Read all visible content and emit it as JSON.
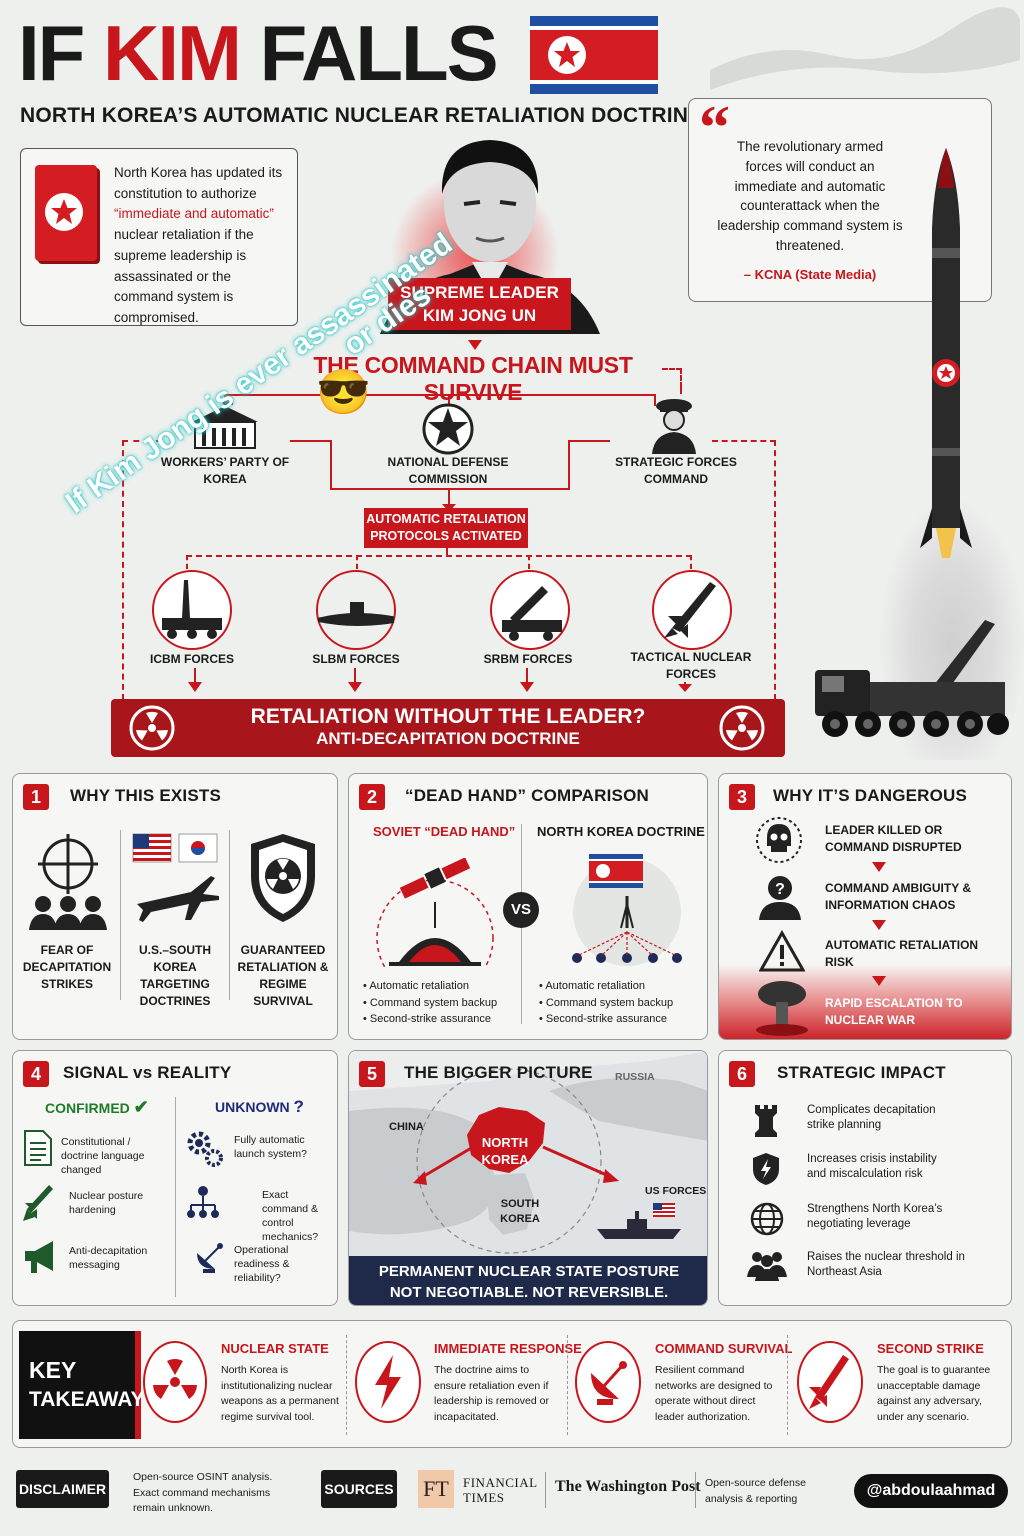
{
  "header": {
    "title_part1": "IF ",
    "title_part2": "KIM",
    "title_part3": " FALLS",
    "subtitle": "NORTH KOREA’S AUTOMATIC NUCLEAR RETALIATION DOCTRINE"
  },
  "intro": {
    "line1": "North Korea has updated its constitution to authorize",
    "highlight": "“immediate and automatic”",
    "line2": "nuclear retaliation if the supreme leadership is assassinated or the command system is compromised."
  },
  "leader": {
    "line1": "SUPREME LEADER",
    "line2": "KIM JONG UN"
  },
  "quote": {
    "mark": "“",
    "text": "The revolutionary armed forces will conduct an immediate and automatic counterattack when the leadership command system is threatened.",
    "source": "– KCNA (State Media)"
  },
  "overlay": {
    "line1": "If Kim Jong is ever assassinated",
    "line2": "or dies",
    "emoji": "😎"
  },
  "chain": {
    "title": "THE COMMAND CHAIN MUST SURVIVE",
    "nodes": [
      "WORKERS’ PARTY OF KOREA",
      "NATIONAL DEFENSE COMMISSION",
      "STRATEGIC FORCES COMMAND"
    ],
    "protocol_line1": "AUTOMATIC RETALIATION",
    "protocol_line2": "PROTOCOLS ACTIVATED",
    "forces": [
      "ICBM FORCES",
      "SLBM FORCES",
      "SRBM FORCES",
      "TACTICAL NUCLEAR FORCES"
    ],
    "banner_line1": "RETALIATION WITHOUT THE LEADER?",
    "banner_line2": "ANTI-DECAPITATION DOCTRINE"
  },
  "panel1": {
    "num": "1",
    "title": "WHY THIS EXISTS",
    "items": [
      "FEAR OF DECAPITATION STRIKES",
      "U.S.–SOUTH KOREA TARGETING DOCTRINES",
      "GUARANTEED RETALIATION & REGIME SURVIVAL"
    ]
  },
  "panel2": {
    "num": "2",
    "title": "“DEAD HAND” COMPARISON",
    "left_title": "SOVIET “DEAD HAND”",
    "right_title": "NORTH KOREA DOCTRINE",
    "vs": "VS",
    "left_bullets": [
      "Automatic retaliation",
      "Command system backup",
      "Second-strike assurance"
    ],
    "right_bullets": [
      "Automatic retaliation",
      "Command system backup",
      "Second-strike assurance"
    ]
  },
  "panel3": {
    "num": "3",
    "title": "WHY IT’S DANGEROUS",
    "steps": [
      "LEADER KILLED OR COMMAND DISRUPTED",
      "COMMAND AMBIGUITY & INFORMATION CHAOS",
      "AUTOMATIC RETALIATION RISK",
      "RAPID ESCALATION TO NUCLEAR WAR"
    ]
  },
  "panel4": {
    "num": "4",
    "title": "SIGNAL vs REALITY",
    "confirmed": "CONFIRMED",
    "unknown": "UNKNOWN",
    "confirmed_items": [
      "Constitutional / doctrine language changed",
      "Nuclear posture hardening",
      "Anti-decapitation messaging"
    ],
    "unknown_items": [
      "Fully automatic launch system?",
      "Exact command & control mechanics?",
      "Operational readiness & reliability?"
    ]
  },
  "panel5": {
    "num": "5",
    "title": "THE BIGGER PICTURE",
    "russia": "RUSSIA",
    "china": "CHINA",
    "nk_line1": "NORTH",
    "nk_line2": "KOREA",
    "sk_line1": "SOUTH",
    "sk_line2": "KOREA",
    "us": "US FORCES",
    "banner_line1": "PERMANENT NUCLEAR STATE POSTURE",
    "banner_line2": "NOT NEGOTIABLE. NOT REVERSIBLE."
  },
  "panel6": {
    "num": "6",
    "title": "STRATEGIC IMPACT",
    "items": [
      "Complicates decapitation strike planning",
      "Increases crisis instability and miscalculation risk",
      "Strengthens North Korea’s negotiating leverage",
      "Raises the nuclear threshold in Northeast Asia"
    ]
  },
  "takeaways": {
    "label_line1": "KEY",
    "label_line2": "TAKEAWAYS",
    "items": [
      {
        "title": "NUCLEAR STATE",
        "text": "North Korea is institutionalizing nuclear weapons as a permanent regime survival tool."
      },
      {
        "title": "IMMEDIATE RESPONSE",
        "text": "The doctrine aims to ensure retaliation even if leadership is removed or incapacitated."
      },
      {
        "title": "COMMAND SURVIVAL",
        "text": "Resilient command networks are designed to operate without direct leader authorization."
      },
      {
        "title": "SECOND STRIKE",
        "text": "The goal is to guarantee unacceptable damage against any adversary, under any scenario."
      }
    ]
  },
  "footer": {
    "disclaimer_label": "DISCLAIMER",
    "disclaimer_text": "Open-source OSINT analysis. Exact command mechanisms remain unknown.",
    "sources_label": "SOURCES",
    "ft_logo": "FT",
    "ft_name_line1": "FINANCIAL",
    "ft_name_line2": "TIMES",
    "wapo": "The Washington Post",
    "osint_text": "Open-source defense analysis & reporting",
    "handle": "@abdoulaahmad"
  }
}
